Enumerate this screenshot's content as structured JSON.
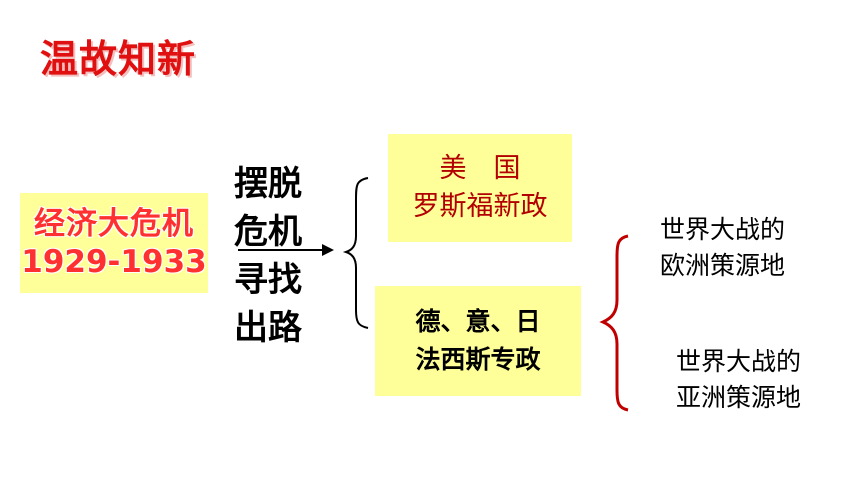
{
  "title": "温故知新",
  "crisis": {
    "line1": "经济大危机",
    "line2": "1929-1933"
  },
  "path": {
    "line1": "摆脱",
    "line2": "危机",
    "line3": "寻找",
    "line4": "出路"
  },
  "usa": {
    "line1": "美　国",
    "line2": "罗斯福新政"
  },
  "fascism": {
    "line1": "德、意、日",
    "line2": "法西斯专政"
  },
  "war_europe": {
    "line1": "世界大战的",
    "line2": "欧洲策源地"
  },
  "war_asia": {
    "line1": "世界大战的",
    "line2": "亚洲策源地"
  },
  "colors": {
    "title": "#e01010",
    "box": "#ffff99",
    "bracket_red": "#c00000",
    "usa_text": "#b20000"
  }
}
